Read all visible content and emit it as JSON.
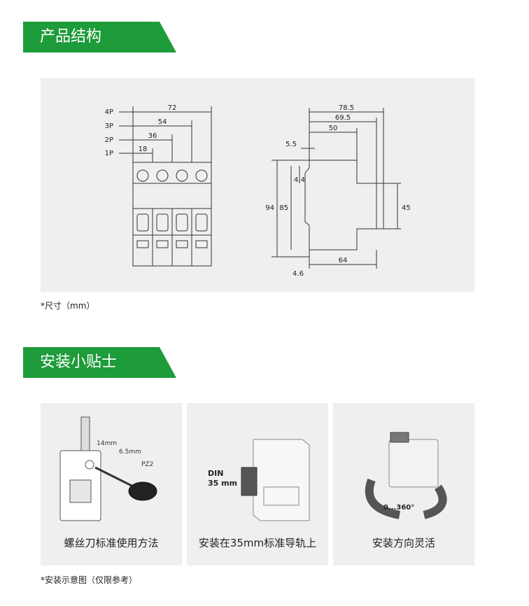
{
  "section1": {
    "title": "产品结构"
  },
  "dimensions": {
    "front": {
      "pole_labels": [
        "4P",
        "3P",
        "2P",
        "1P"
      ],
      "widths": [
        "72",
        "54",
        "36",
        "18"
      ]
    },
    "side": {
      "top": [
        "78.5",
        "69.5",
        "50"
      ],
      "small": "5.5",
      "clip": "4.4",
      "height_total": "94",
      "height_body": "85",
      "right": "45",
      "bottom": "64",
      "foot": "4.6"
    }
  },
  "note1": "*尺寸（mm）",
  "section2": {
    "title": "安装小贴士"
  },
  "tips": [
    {
      "caption": "螺丝刀标准使用方法",
      "labels": [
        "14mm",
        "6.5mm",
        "PZ2"
      ]
    },
    {
      "caption": "安装在35mm标准导轨上",
      "labels": [
        "DIN",
        "35 mm"
      ]
    },
    {
      "caption": "安装方向灵活",
      "labels": [
        "0...360°"
      ]
    }
  ],
  "note2": "*安装示意图（仅限参考）",
  "colors": {
    "brand_green": "#1e9b3a",
    "panel_gray": "#efefef"
  }
}
